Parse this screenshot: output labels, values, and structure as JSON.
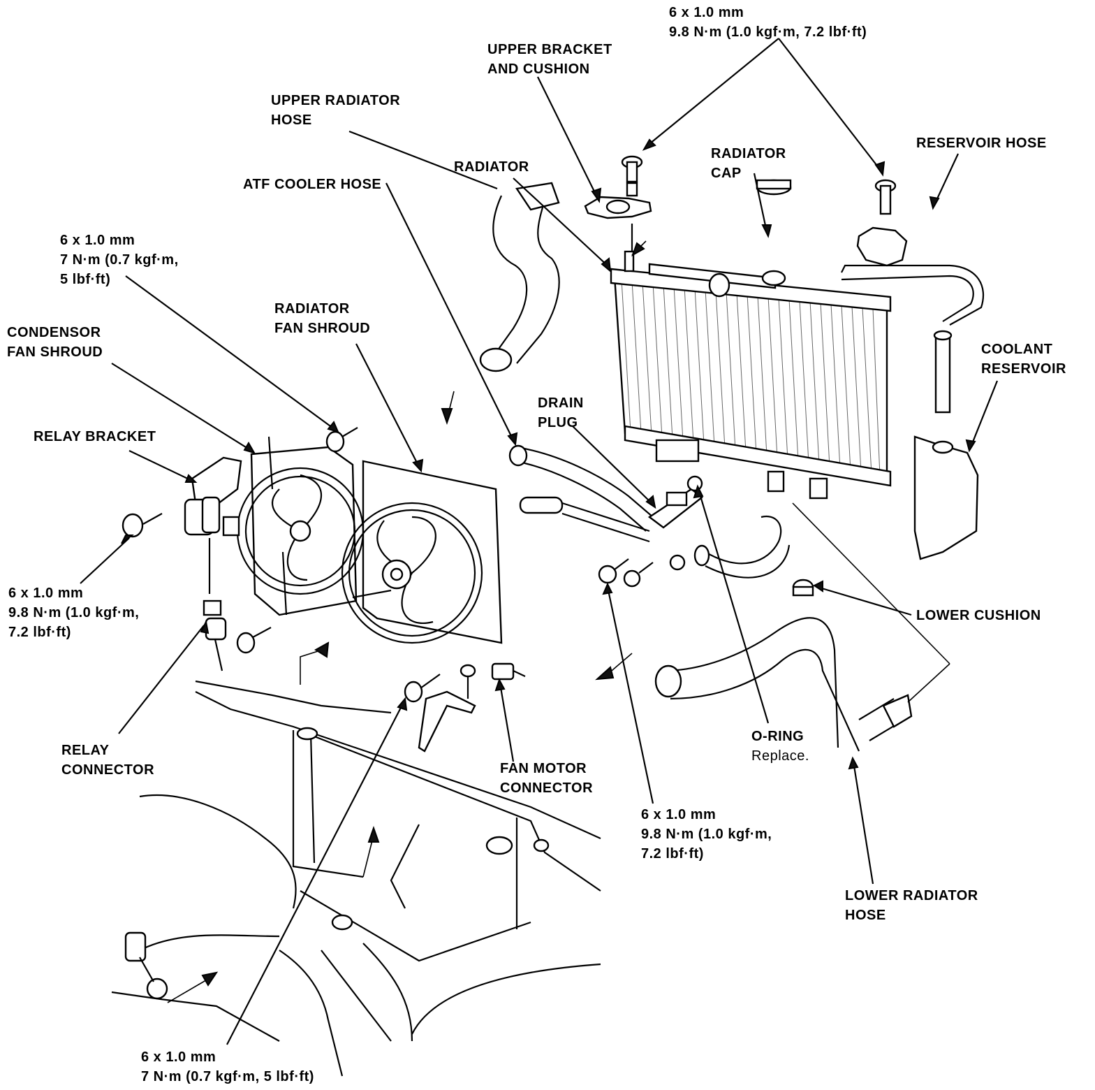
{
  "labels": {
    "bolt_top": {
      "line1": "6 x 1.0 mm",
      "line2": "9.8 N·m (1.0 kgf·m, 7.2 lbf·ft)"
    },
    "upper_bracket": {
      "line1": "UPPER BRACKET",
      "line2": "AND CUSHION"
    },
    "upper_radiator_hose": {
      "line1": "UPPER RADIATOR",
      "line2": "HOSE"
    },
    "radiator": {
      "line1": "RADIATOR"
    },
    "radiator_cap": {
      "line1": "RADIATOR",
      "line2": "CAP"
    },
    "reservoir_hose": {
      "line1": "RESERVOIR HOSE"
    },
    "atf_cooler_hose": {
      "line1": "ATF COOLER HOSE"
    },
    "bolt_left": {
      "line1": "6 x 1.0 mm",
      "line2": "7 N·m (0.7 kgf·m,",
      "line3": "5 lbf·ft)"
    },
    "condensor_fan_shroud": {
      "line1": "CONDENSOR",
      "line2": "FAN SHROUD"
    },
    "radiator_fan_shroud": {
      "line1": "RADIATOR",
      "line2": "FAN SHROUD"
    },
    "coolant_reservoir": {
      "line1": "COOLANT",
      "line2": "RESERVOIR"
    },
    "drain_plug": {
      "line1": "DRAIN",
      "line2": "PLUG"
    },
    "relay_bracket": {
      "line1": "RELAY BRACKET"
    },
    "bolt_relay": {
      "line1": "6 x 1.0 mm",
      "line2": "9.8 N·m (1.0 kgf·m,",
      "line3": "7.2 lbf·ft)"
    },
    "lower_cushion": {
      "line1": "LOWER CUSHION"
    },
    "relay_connector": {
      "line1": "RELAY",
      "line2": "CONNECTOR"
    },
    "fan_motor_connector": {
      "line1": "FAN MOTOR",
      "line2": "CONNECTOR"
    },
    "o_ring": {
      "line1": "O-RING",
      "line2": "Replace."
    },
    "bolt_lower_mid": {
      "line1": "6 x 1.0 mm",
      "line2": "9.8 N·m (1.0 kgf·m,",
      "line3": "7.2 lbf·ft)"
    },
    "lower_radiator_hose": {
      "line1": "LOWER RADIATOR",
      "line2": "HOSE"
    },
    "bolt_bottom": {
      "line1": "6 x 1.0 mm",
      "line2": "7 N·m (0.7 kgf·m, 5 lbf·ft)"
    }
  }
}
